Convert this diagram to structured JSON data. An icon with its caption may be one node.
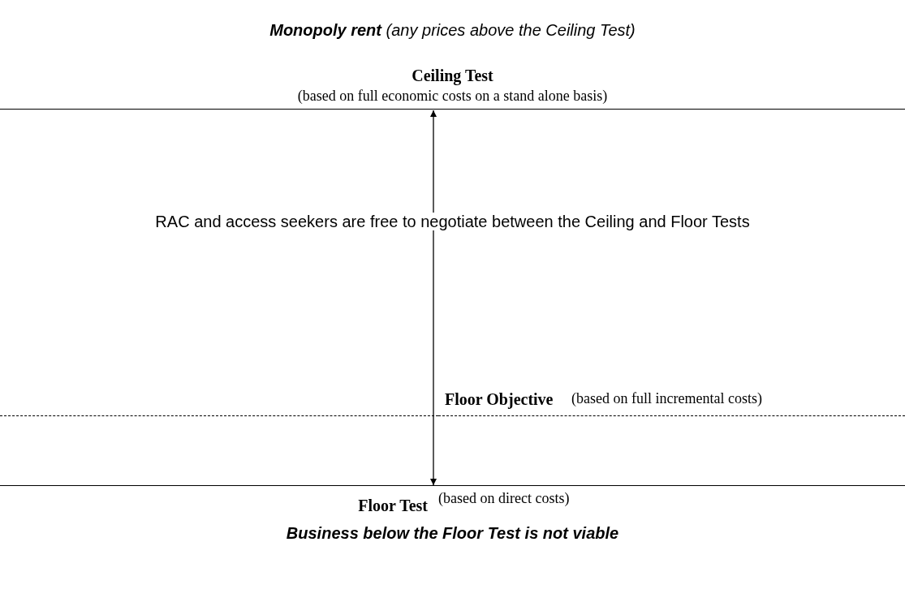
{
  "diagram": {
    "nodes": [
      {
        "text": [
          "Ceiling Test",
          "(based on full economic costs on a stand alone basis)"
        ]
      },
      {
        "text": [
          "Floor Objective",
          "(based on full incremental costs)"
        ]
      },
      {
        "text": [
          "Floor Test",
          "(based on direct costs)"
        ]
      }
    ],
    "edges": [
      {
        "from": 0,
        "to": 2,
        "arrow": "both"
      }
    ],
    "labels": [
      "**Monopoly rent** (any prices above the Ceiling Test)",
      "RAC and access seekers are free to negotiate between the Ceiling and Floor Tests",
      "Business below the Floor Test is not viable"
    ]
  }
}
